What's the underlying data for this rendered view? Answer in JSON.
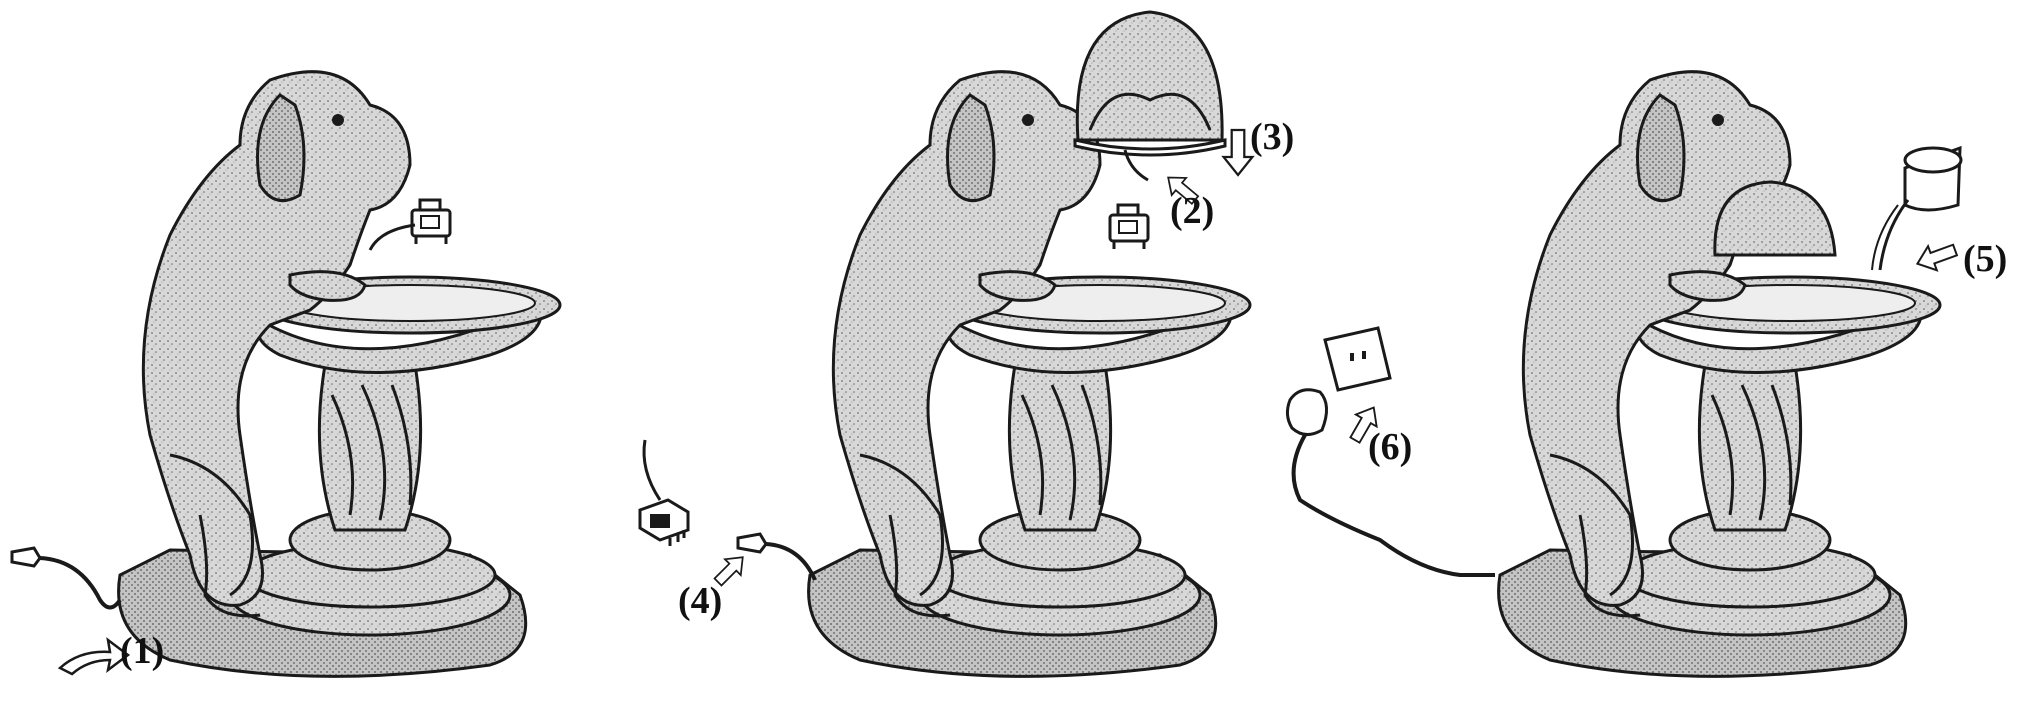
{
  "steps": [
    {
      "label": "(1)"
    },
    {
      "label": "(2)"
    },
    {
      "label": "(3)"
    },
    {
      "label": "(4)"
    },
    {
      "label": "(5)"
    },
    {
      "label": "(6)"
    }
  ],
  "colors": {
    "line": "#1a1a1a",
    "stone": "#cfcfcf",
    "stone_dark": "#9a9a9a",
    "background": "#ffffff"
  }
}
